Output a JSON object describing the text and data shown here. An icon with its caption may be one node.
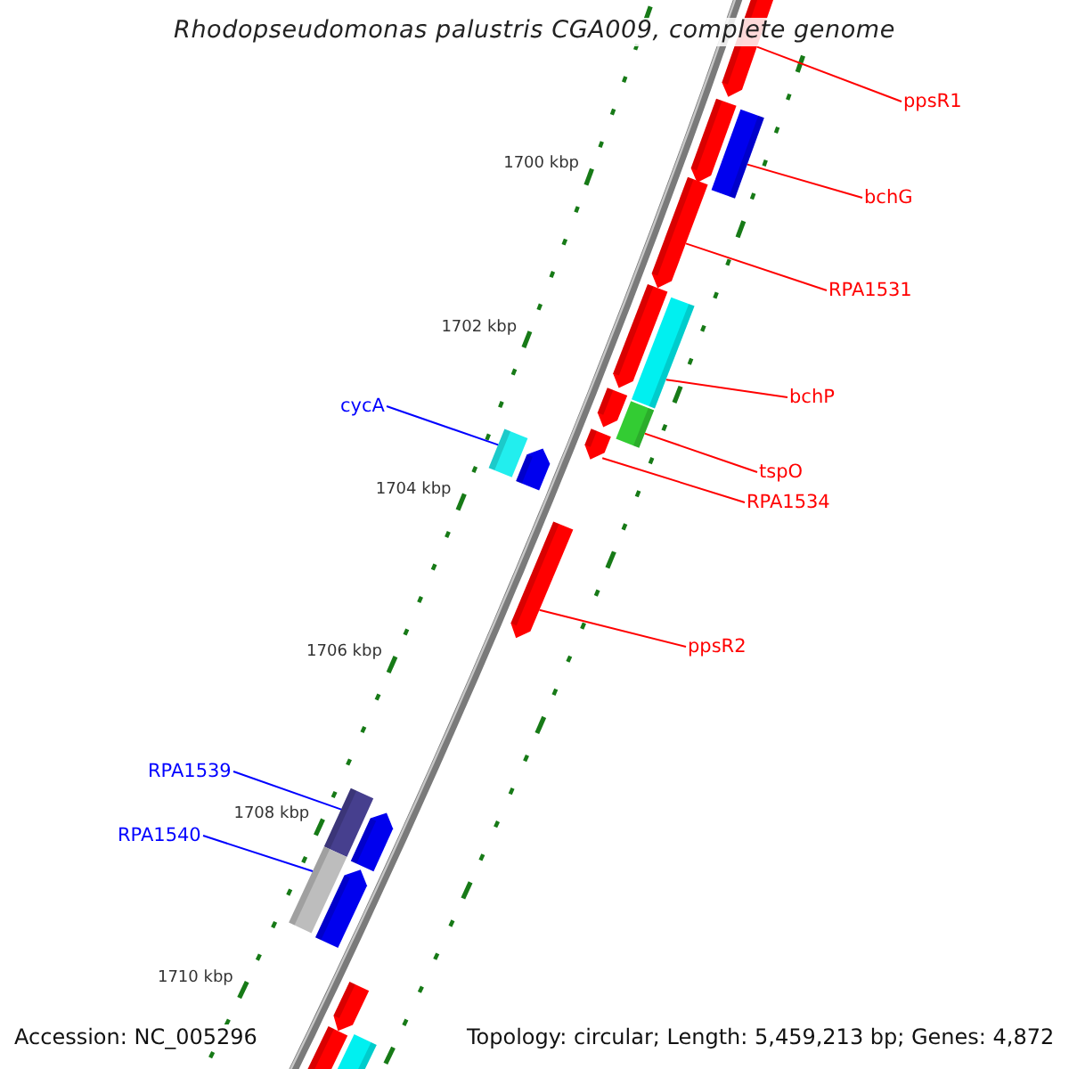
{
  "diagram": {
    "title": "Rhodopseudomonas palustris CGA009, complete genome",
    "nodes": [
      {
        "text": [
          "ppsR1"
        ]
      },
      {
        "text": [
          "bchG"
        ]
      },
      {
        "text": [
          "RPA1531"
        ]
      },
      {
        "text": [
          "bchP"
        ]
      },
      {
        "text": [
          "tspO"
        ]
      },
      {
        "text": [
          "RPA1534"
        ]
      },
      {
        "text": [
          "ppsR2"
        ]
      },
      {
        "text": [
          "cycA"
        ]
      },
      {
        "text": [
          "RPA1539"
        ]
      },
      {
        "text": [
          "RPA1540"
        ]
      },
      {
        "text": [],
        "shape": "arrow"
      },
      {
        "text": [],
        "shape": "arrow"
      },
      {
        "text": [],
        "shape": "box"
      },
      {
        "text": [],
        "shape": "arrow"
      },
      {
        "text": [],
        "shape": "arrow"
      },
      {
        "text": [],
        "shape": "box"
      },
      {
        "text": [],
        "shape": "arrow"
      },
      {
        "text": [],
        "shape": "box"
      },
      {
        "text": [],
        "shape": "box"
      },
      {
        "text": [],
        "shape": "arrow"
      },
      {
        "text": [],
        "shape": "arrow"
      },
      {
        "text": [],
        "shape": "arrow"
      },
      {
        "text": [],
        "shape": "box"
      },
      {
        "text": [],
        "shape": "arrow"
      },
      {
        "text": [],
        "shape": "box"
      },
      {
        "text": [],
        "shape": "arrow"
      },
      {
        "text": [],
        "shape": "arrow"
      },
      {
        "text": [],
        "shape": "arrow"
      },
      {
        "text": [],
        "shape": "box"
      }
    ],
    "edges": [
      {
        "from": 0,
        "to": 10,
        "arrow": "none"
      },
      {
        "from": 1,
        "to": 12,
        "arrow": "none"
      },
      {
        "from": 2,
        "to": 13,
        "arrow": "none"
      },
      {
        "from": 3,
        "to": 15,
        "arrow": "none"
      },
      {
        "from": 4,
        "to": 17,
        "arrow": "none"
      },
      {
        "from": 5,
        "to": 19,
        "arrow": "none"
      },
      {
        "from": 6,
        "to": 21,
        "arrow": "none"
      },
      {
        "from": 7,
        "to": 18,
        "arrow": "none",
        "color": "#0000ff"
      },
      {
        "from": 8,
        "to": 22,
        "arrow": "none",
        "color": "#0000ff"
      },
      {
        "from": 9,
        "to": 24,
        "arrow": "none",
        "color": "#0000ff"
      }
    ],
    "labels": [
      "1700 kbp",
      "1702 kbp",
      "1704 kbp",
      "1706 kbp",
      "1708 kbp",
      "1710 kbp",
      "Accession: NC_005296",
      "Topology: circular; Length: 5,459,213 bp; Genes: 4,872"
    ]
  }
}
